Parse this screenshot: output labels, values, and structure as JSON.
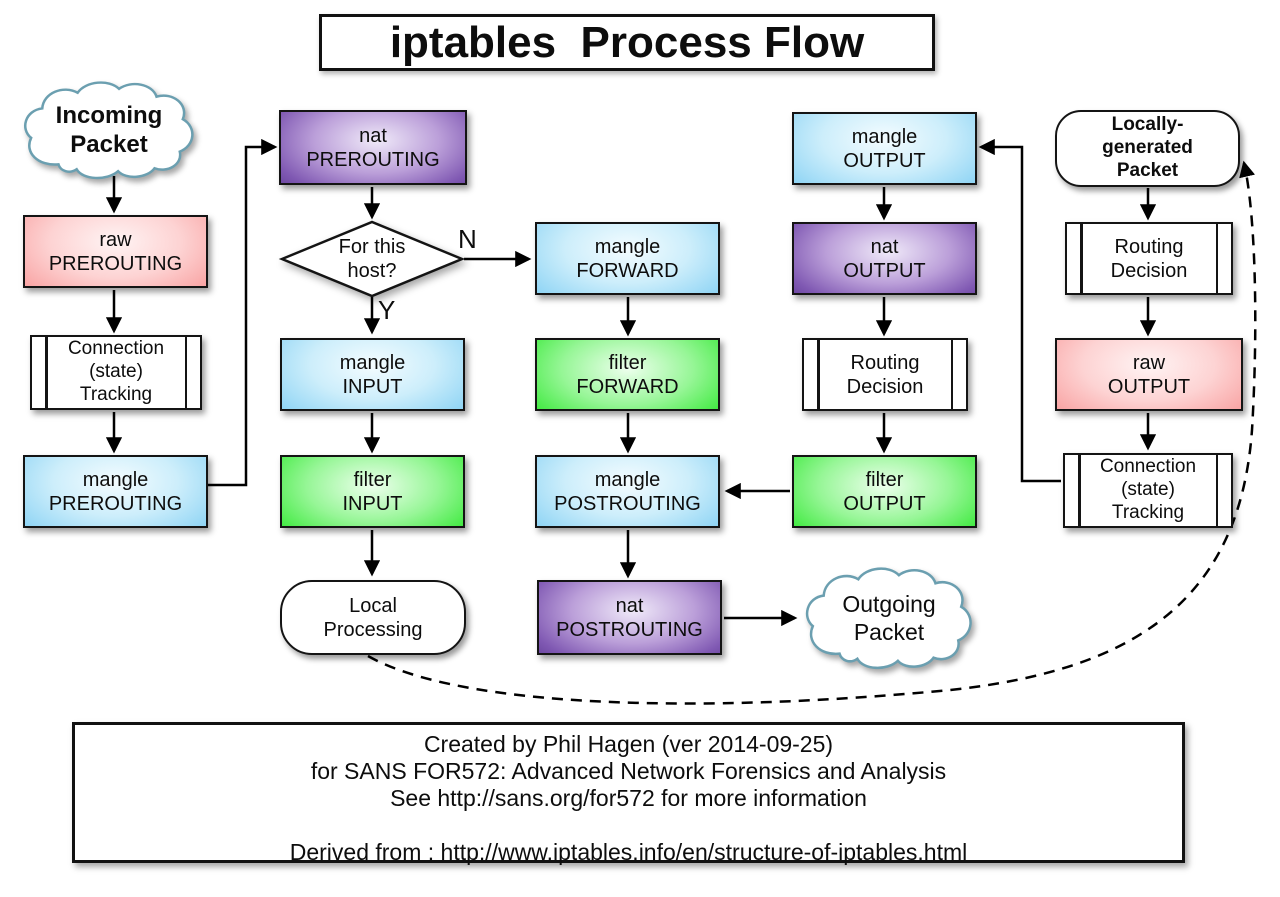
{
  "title": "iptables  Process Flow",
  "nodes": {
    "incoming_packet": {
      "line1": "Incoming",
      "line2": "Packet"
    },
    "raw_prerouting": {
      "line1": "raw",
      "line2": "PREROUTING"
    },
    "conn_tracking_in": {
      "line1": "Connection",
      "line2": "(state)",
      "line3": "Tracking"
    },
    "mangle_prerouting": {
      "line1": "mangle",
      "line2": "PREROUTING"
    },
    "nat_prerouting": {
      "line1": "nat",
      "line2": "PREROUTING"
    },
    "decision": {
      "line1": "For this",
      "line2": "host?",
      "no_label": "N",
      "yes_label": "Y"
    },
    "mangle_input": {
      "line1": "mangle",
      "line2": "INPUT"
    },
    "filter_input": {
      "line1": "filter",
      "line2": "INPUT"
    },
    "local_processing": {
      "line1": "Local",
      "line2": "Processing"
    },
    "mangle_forward": {
      "line1": "mangle",
      "line2": "FORWARD"
    },
    "filter_forward": {
      "line1": "filter",
      "line2": "FORWARD"
    },
    "mangle_postrouting": {
      "line1": "mangle",
      "line2": "POSTROUTING"
    },
    "nat_postrouting": {
      "line1": "nat",
      "line2": "POSTROUTING"
    },
    "outgoing_packet": {
      "line1": "Outgoing",
      "line2": "Packet"
    },
    "mangle_output": {
      "line1": "mangle",
      "line2": "OUTPUT"
    },
    "nat_output": {
      "line1": "nat",
      "line2": "OUTPUT"
    },
    "routing_decision_forward": {
      "line1": "Routing",
      "line2": "Decision"
    },
    "filter_output": {
      "line1": "filter",
      "line2": "OUTPUT"
    },
    "locally_generated_packet": {
      "line1": "Locally-",
      "line2": "generated",
      "line3": "Packet"
    },
    "routing_decision_output": {
      "line1": "Routing",
      "line2": "Decision"
    },
    "raw_output": {
      "line1": "raw",
      "line2": "OUTPUT"
    },
    "conn_tracking_out": {
      "line1": "Connection",
      "line2": "(state)",
      "line3": "Tracking"
    }
  },
  "footer": {
    "line1": "Created by Phil Hagen (ver 2014-09-25)",
    "line2": "for SANS FOR572: Advanced Network Forensics and Analysis",
    "line3": "See http://sans.org/for572 for more information",
    "line4": "Derived from : http://www.iptables.info/en/structure-of-iptables.html"
  },
  "colors": {
    "mangle_table": "#6dc4ee",
    "nat_table": "#4e2c84",
    "filter_table": "#16d616",
    "raw_table": "#f37e7e",
    "cloud_stroke": "#6b9fb0",
    "line": "#000000",
    "background": "#ffffff"
  }
}
